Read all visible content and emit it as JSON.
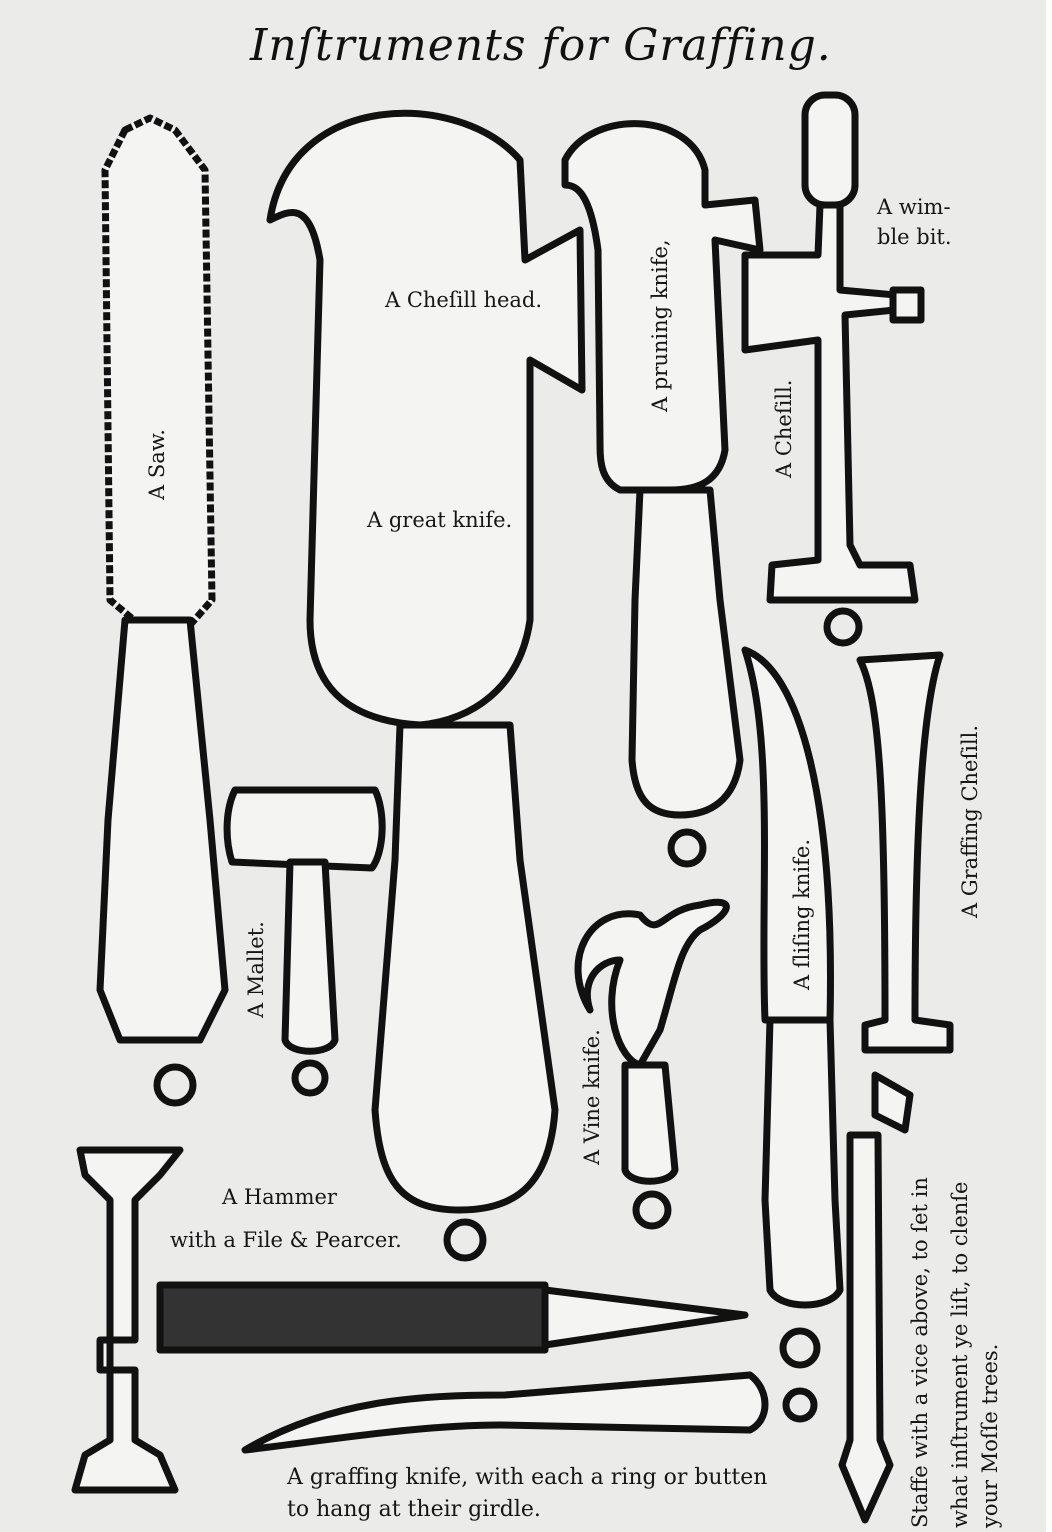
{
  "title": "Inſtruments for Graffing.",
  "labels": {
    "saw": "A Saw.",
    "chesill_head": "A Cheſill head.",
    "great_knife": "A great knife.",
    "pruning_knife": "A pruning knife,",
    "wimble_bit_1": "A wim-",
    "wimble_bit_2": "ble bit.",
    "chesill": "A Cheſill.",
    "graffing_chesill": "A Graffing Cheſill.",
    "mallet": "A Mallet.",
    "slising_knife": "A ſliſing knife.",
    "vine_knife": "A Vine knife.",
    "hammer_1": "A Hammer",
    "hammer_2": "with a File & Pearcer.",
    "caption_1": "A graffing knife, with each a ring or butten",
    "caption_2": "to hang at their girdle.",
    "staffe_1": "Staffe with a vice above, to ſet in",
    "staffe_2": "what inſtrument ye liſt, to clenſe",
    "staffe_3": "your Moſſe trees."
  }
}
